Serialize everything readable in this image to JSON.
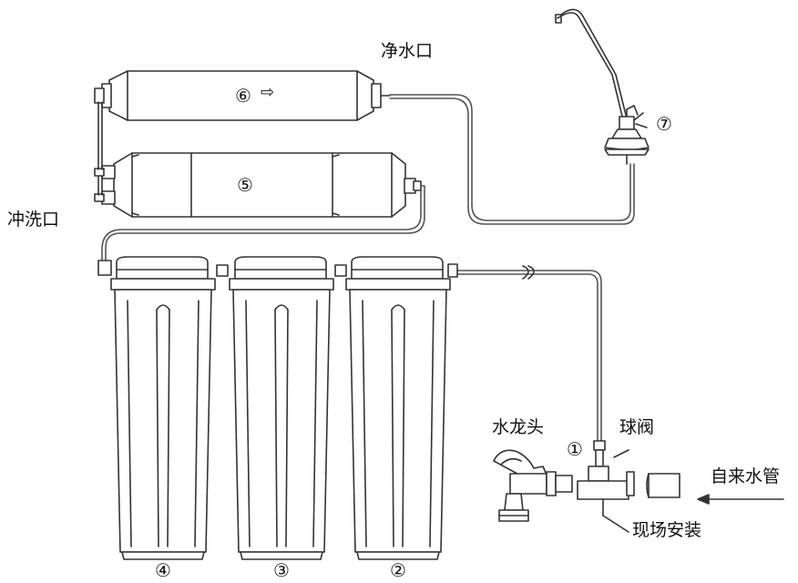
{
  "labels": {
    "clean_water_outlet": "净水口",
    "flush_outlet": "冲洗口",
    "faucet": "水龙头",
    "ball_valve": "球阀",
    "tap_water_pipe": "自来水管",
    "on_site_install": "现场安装"
  },
  "numbers": {
    "n1": "①",
    "n2": "②",
    "n3": "③",
    "n4": "④",
    "n5": "⑤",
    "n6": "⑥",
    "n7": "⑦"
  },
  "symbols": {
    "flow_arrow": "⇨"
  },
  "colors": {
    "line": "#333333",
    "tube": "#555555",
    "text": "#111111",
    "background": "#ffffff"
  }
}
